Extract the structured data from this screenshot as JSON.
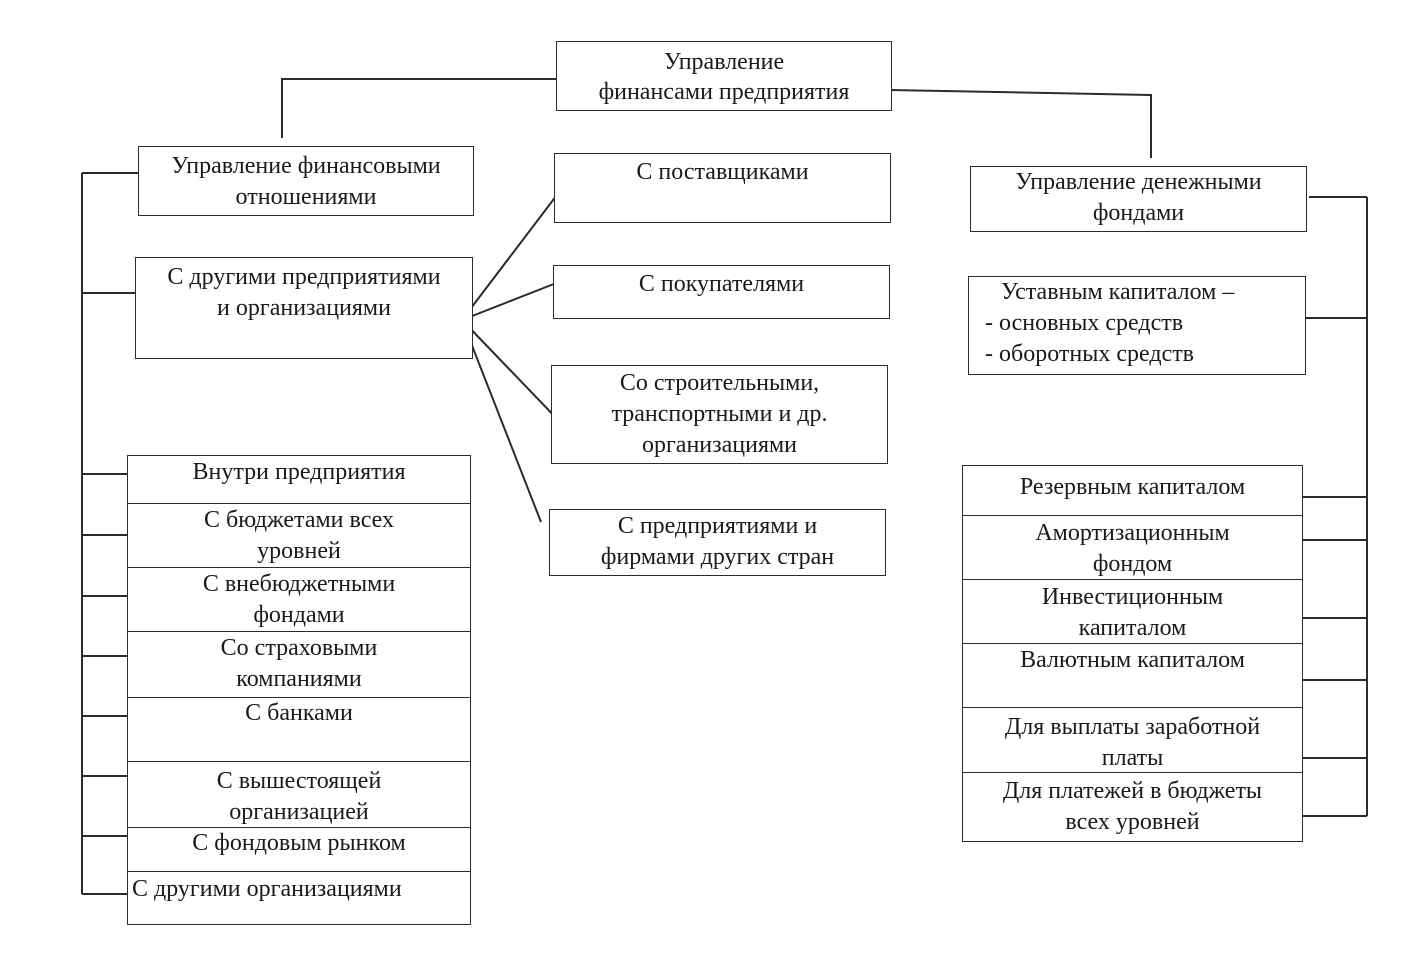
{
  "root": {
    "line1": "Управление",
    "line2": "финансами предприятия"
  },
  "relations": {
    "title_line1": "Управление финансовыми",
    "title_line2": "отношениями",
    "enterprises_line1": "С другими предприятиями",
    "enterprises_line2": "и организациями",
    "partners": [
      {
        "line1": "С поставщиками"
      },
      {
        "line1": "С покупателями"
      },
      {
        "line1": "Со строительными,",
        "line2": "транспортными и др.",
        "line3": "организациями"
      },
      {
        "line1": "С предприятиями и",
        "line2": "фирмами других стран"
      }
    ],
    "list": [
      {
        "line1": "Внутри предприятия"
      },
      {
        "line1": "С бюджетами всех",
        "line2": "уровней"
      },
      {
        "line1": "С внебюджетными",
        "line2": "фондами"
      },
      {
        "line1": "Со страховыми",
        "line2": "компаниями"
      },
      {
        "line1": "С банками"
      },
      {
        "line1": "С вышестоящей",
        "line2": "организацией"
      },
      {
        "line1": "С фондовым рынком"
      },
      {
        "line1": "С другими организациями"
      }
    ]
  },
  "funds": {
    "title_line1": "Управление денежными",
    "title_line2": "фондами",
    "charter_line1": "Уставным капиталом –",
    "charter_line2": "- основных средств",
    "charter_line3": "- оборотных средств",
    "list": [
      {
        "line1": "Резервным капиталом"
      },
      {
        "line1": "Амортизационным",
        "line2": "фондом"
      },
      {
        "line1": "Инвестиционным",
        "line2": "капиталом"
      },
      {
        "line1": "Валютным капиталом"
      },
      {
        "line1": "Для выплаты заработной",
        "line2": "платы"
      },
      {
        "line1": "Для платежей в бюджеты",
        "line2": "всех уровней"
      }
    ]
  }
}
